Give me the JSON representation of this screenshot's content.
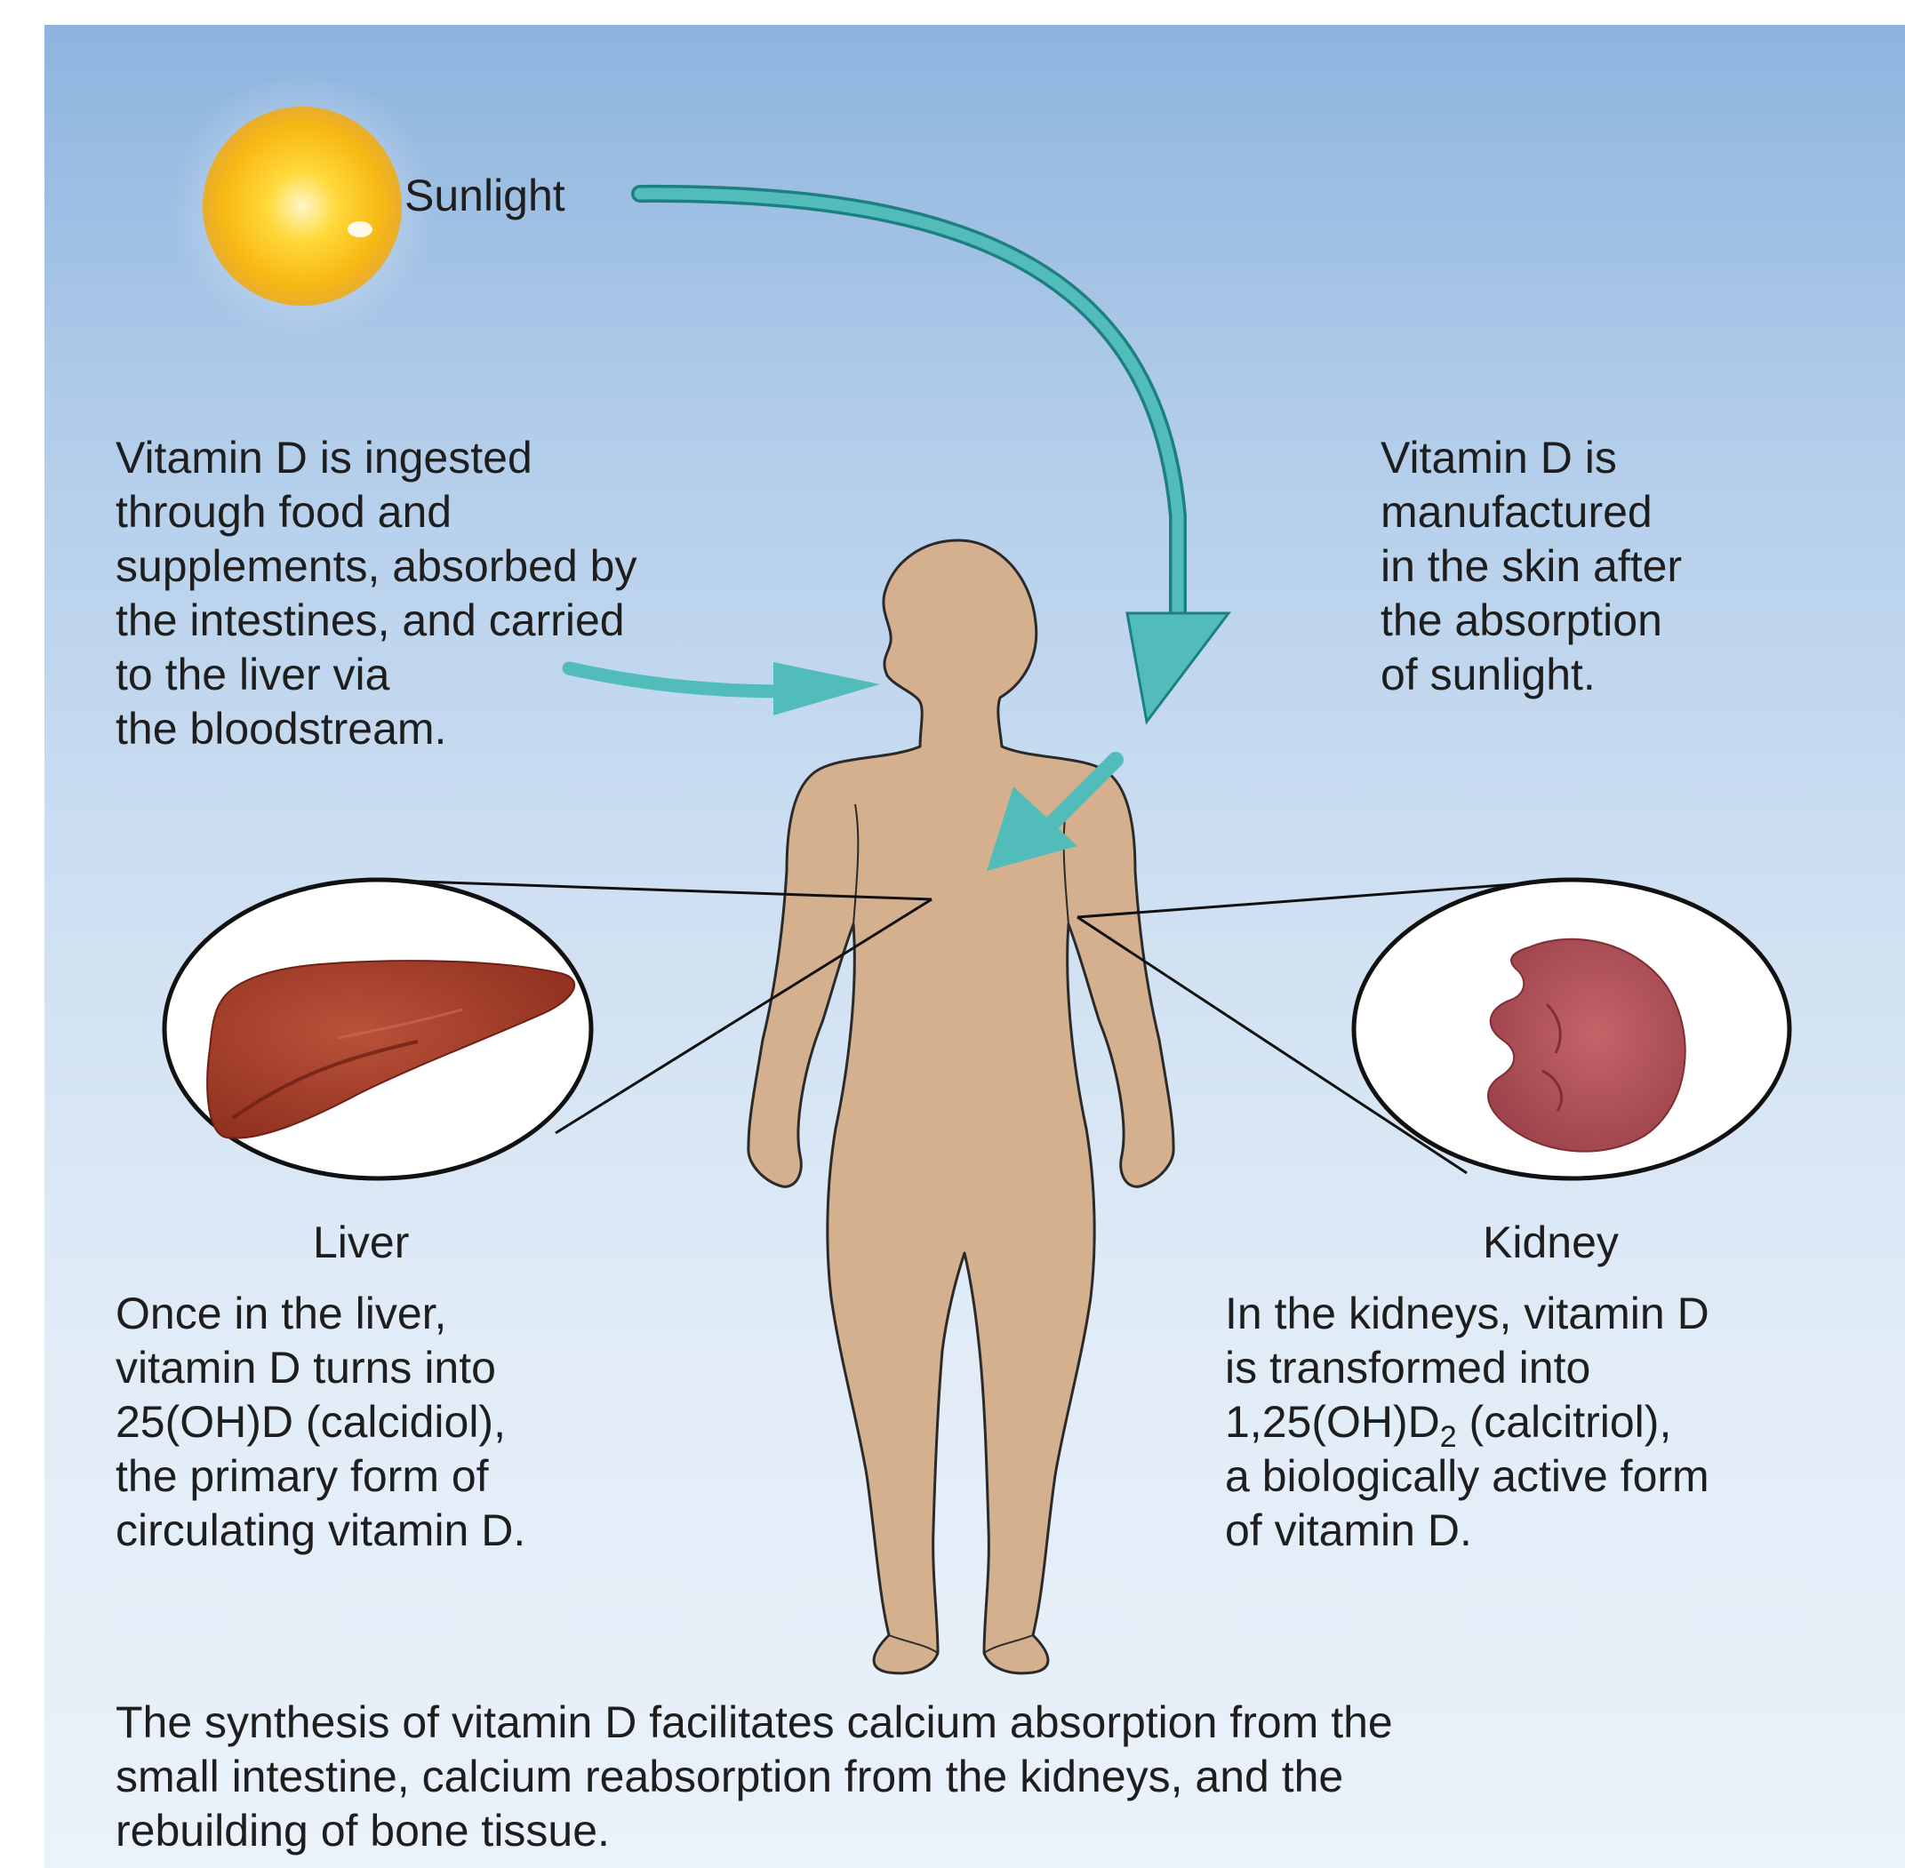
{
  "labels": {
    "sunlight": "Sunlight",
    "liver": "Liver",
    "kidney": "Kidney"
  },
  "text": {
    "ingested": "Vitamin D is ingested\nthrough food and\nsupplements, absorbed by\nthe intestines, and carried\nto the liver via\nthe bloodstream.",
    "manufactured": "Vitamin D is\nmanufactured\nin the skin after\nthe absorption\nof sunlight.",
    "liver": "Once in the liver,\nvitamin D turns into\n25(OH)D (calcidiol),\nthe primary form of\ncirculating vitamin D.",
    "kidney_line1": "In the kidneys, vitamin D",
    "kidney_line2": "is transformed into",
    "kidney_line3_pre": "1,25(OH)D",
    "kidney_line3_sub": "2",
    "kidney_line3_post": " (calcitriol),",
    "kidney_line4": "a biologically active form",
    "kidney_line5": "of vitamin D.",
    "summary": "The synthesis of vitamin D facilitates calcium absorption from the\nsmall intestine, calcium reabsorption from the kidneys, and the\nrebuilding of bone tissue."
  },
  "colors": {
    "arrow": "#4fb9b9",
    "skin": "#d5b08e",
    "liver": "#a8402a",
    "kidney": "#b3545a",
    "sun": "#fbc81e"
  },
  "icons": {
    "sun": "sun-icon",
    "liver": "liver-icon",
    "kidney": "kidney-icon",
    "body": "human-body-icon"
  }
}
